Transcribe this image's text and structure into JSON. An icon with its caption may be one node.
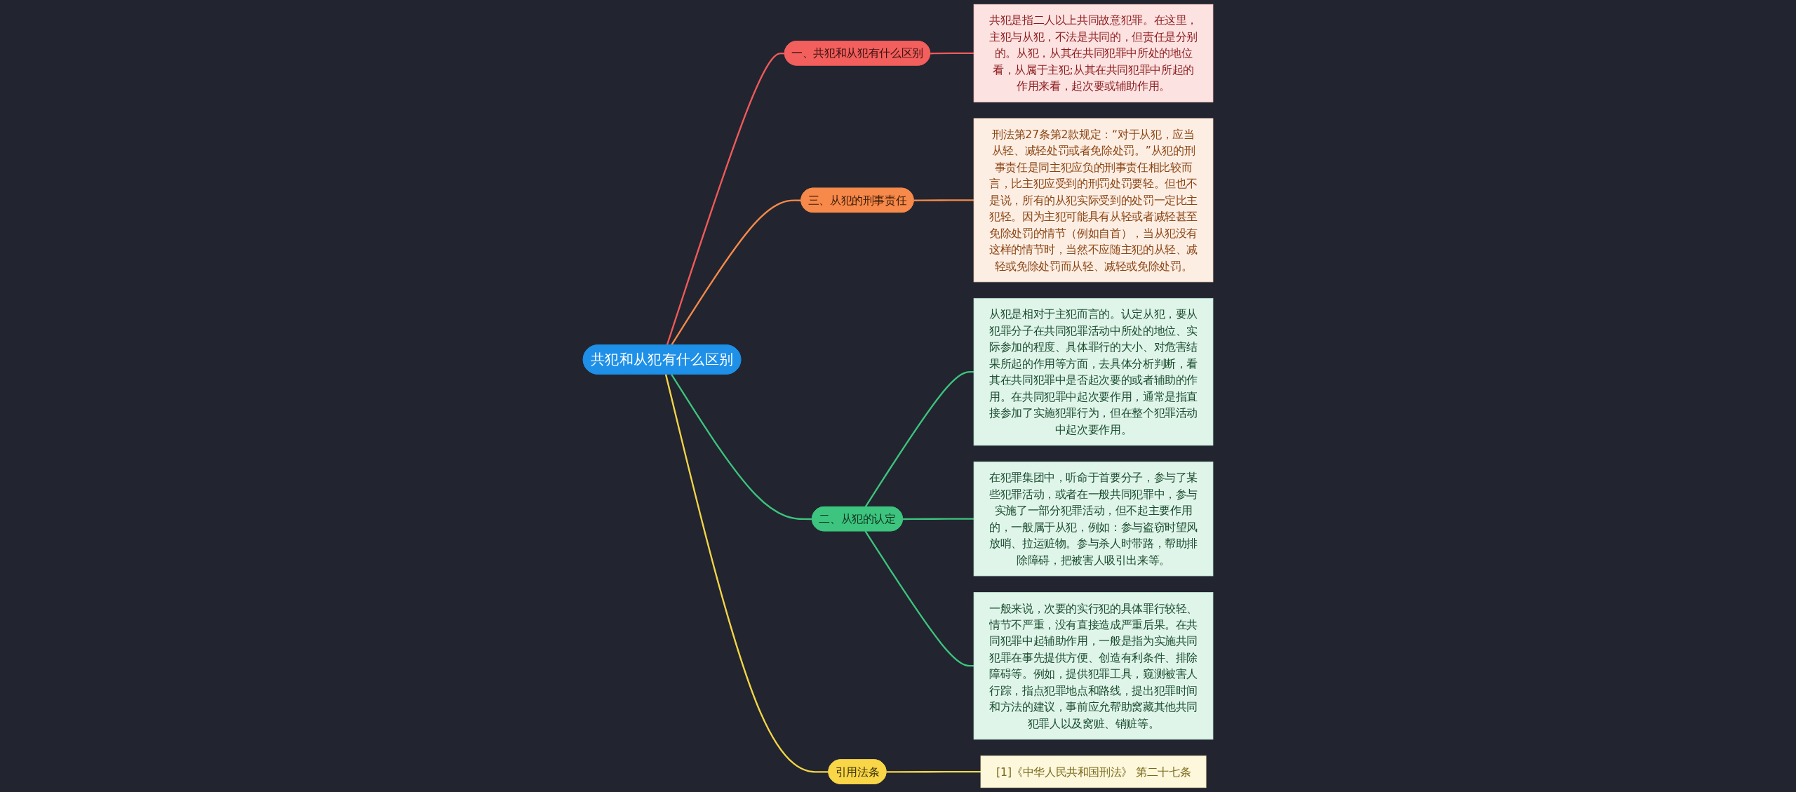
{
  "diagram": {
    "nodes": [
      {
        "text": [
          "共犯和从犯有什么区别"
        ]
      },
      {
        "text": [
          "一、共犯和从犯有什么区别"
        ]
      },
      {
        "text": [
          "共犯是指二人以上共同故意犯罪。在这里，主犯与从犯，不法是共同的，但责任是分别的。从犯，从其在共同犯罪中所处的地位看，从属于主犯;从其在共同犯罪中所起的作用来看，起次要或辅助作用。"
        ]
      },
      {
        "text": [
          "三、从犯的刑事责任"
        ]
      },
      {
        "text": [
          "刑法第27条第2款规定：“对于从犯，应当从轻、减轻处罚或者免除处罚。”从犯的刑事责任是同主犯应负的刑事责任相比较而言，比主犯应受到的刑罚处罚要轻。但也不是说，所有的从犯实际受到的处罚一定比主犯轻。因为主犯可能具有从轻或者减轻甚至免除处罚的情节（例如自首），当从犯没有这样的情节时，当然不应随主犯的从轻、减轻或免除处罚而从轻、减轻或免除处罚。"
        ]
      },
      {
        "text": [
          "二、从犯的认定"
        ]
      },
      {
        "text": [
          "从犯是相对于主犯而言的。认定从犯，要从犯罪分子在共同犯罪活动中所处的地位、实际参加的程度、具体罪行的大小、对危害结果所起的作用等方面，去具体分析判断，看其在共同犯罪中是否起次要的或者辅助的作用。在共同犯罪中起次要作用，通常是指直接参加了实施犯罪行为，但在整个犯罪活动中起次要作用。"
        ]
      },
      {
        "text": [
          "在犯罪集团中，听命于首要分子，参与了某些犯罪活动，或者在一般共同犯罪中，参与实施了一部分犯罪活动，但不起主要作用的，一般属于从犯，例如：参与盗窃时望风放哨、拉运赃物。参与杀人时带路，帮助排除障碍，把被害人吸引出来等。"
        ]
      },
      {
        "text": [
          "一般来说，次要的实行犯的具体罪行较轻、情节不严重，没有直接造成严重后果。在共同犯罪中起辅助作用，一般是指为实施共同犯罪在事先提供方便、创造有利条件、排除障碍等。例如，提供犯罪工具，窥测被害人行踪，指点犯罪地点和路线，提出犯罪时间和方法的建议，事前应允帮助窝藏其他共同犯罪人以及窝赃、销赃等。"
        ]
      },
      {
        "text": [
          "引用法条"
        ]
      },
      {
        "text": [
          "[1]《中华人民共和国刑法》 第二十七条"
        ]
      }
    ],
    "edges": [
      {
        "from": 0,
        "to": 1,
        "arrow": "none",
        "color": "#f05a5a"
      },
      {
        "from": 1,
        "to": 2,
        "arrow": "none",
        "color": "#f05a5a"
      },
      {
        "from": 0,
        "to": 3,
        "arrow": "none",
        "color": "#f7894a"
      },
      {
        "from": 3,
        "to": 4,
        "arrow": "none",
        "color": "#f7894a"
      },
      {
        "from": 0,
        "to": 5,
        "arrow": "none",
        "color": "#3dc47e"
      },
      {
        "from": 5,
        "to": 6,
        "arrow": "none",
        "color": "#3dc47e"
      },
      {
        "from": 5,
        "to": 7,
        "arrow": "none",
        "color": "#3dc47e"
      },
      {
        "from": 5,
        "to": 8,
        "arrow": "none",
        "color": "#3dc47e"
      },
      {
        "from": 0,
        "to": 9,
        "arrow": "none",
        "color": "#f5d547"
      },
      {
        "from": 9,
        "to": 10,
        "arrow": "none",
        "color": "#f5d547"
      }
    ]
  }
}
